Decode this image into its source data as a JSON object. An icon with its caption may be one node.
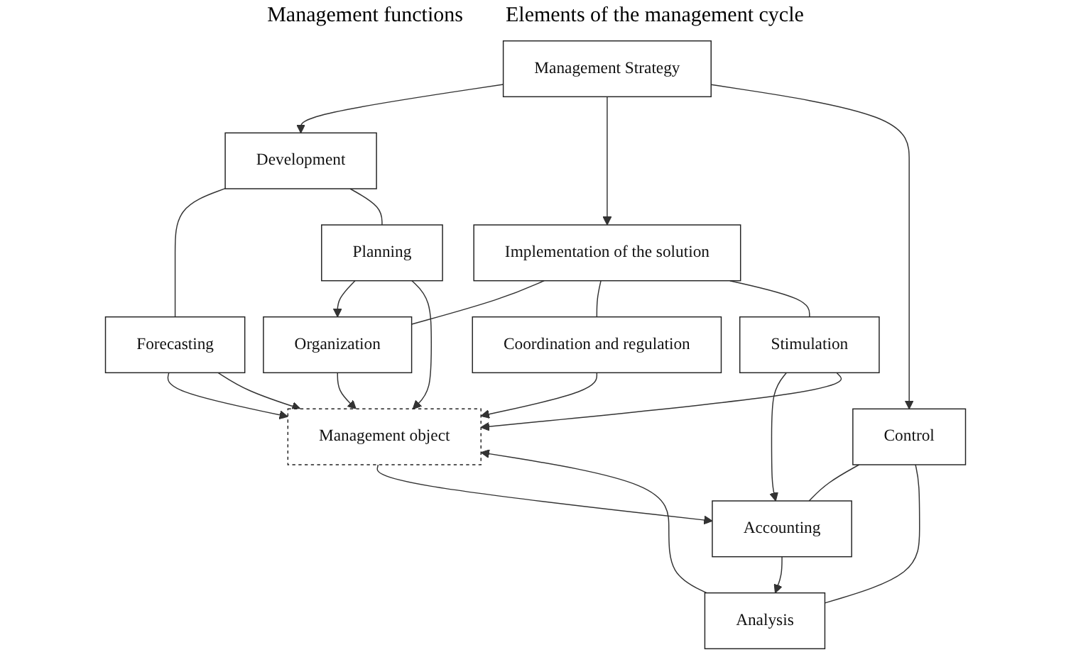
{
  "diagram": {
    "nodes": [
      {
        "text": [
          "Management Strategy"
        ]
      },
      {
        "text": [
          "Development"
        ]
      },
      {
        "text": [
          "Implementation of the solution"
        ]
      },
      {
        "text": [
          "Control"
        ]
      },
      {
        "text": [
          "Forecasting"
        ]
      },
      {
        "text": [
          "Planning"
        ]
      },
      {
        "text": [
          "Organization"
        ]
      },
      {
        "text": [
          "Coordination and regulation"
        ]
      },
      {
        "text": [
          "Stimulation"
        ]
      },
      {
        "text": [
          "Accounting"
        ]
      },
      {
        "text": [
          "Analysis"
        ]
      },
      {
        "text": [
          "Management object"
        ]
      }
    ],
    "edges": [
      {
        "from": 0,
        "to": 1,
        "arrow": "to"
      },
      {
        "from": 0,
        "to": 2,
        "arrow": "to"
      },
      {
        "from": 0,
        "to": 3,
        "arrow": "to"
      },
      {
        "from": 1,
        "to": 4,
        "arrow": "none"
      },
      {
        "from": 1,
        "to": 5,
        "arrow": "none"
      },
      {
        "from": 2,
        "to": 6,
        "arrow": "none"
      },
      {
        "from": 2,
        "to": 7,
        "arrow": "none"
      },
      {
        "from": 2,
        "to": 8,
        "arrow": "none"
      },
      {
        "from": 3,
        "to": 9,
        "arrow": "none"
      },
      {
        "from": 3,
        "to": 10,
        "arrow": "none"
      },
      {
        "from": 5,
        "to": 6,
        "arrow": "to"
      },
      {
        "from": 8,
        "to": 9,
        "arrow": "to"
      },
      {
        "from": 9,
        "to": 10,
        "arrow": "to"
      },
      {
        "from": 4,
        "to": 11,
        "arrow": "to"
      },
      {
        "from": 4,
        "to": 11,
        "arrow": "to"
      },
      {
        "from": 5,
        "to": 11,
        "arrow": "to"
      },
      {
        "from": 6,
        "to": 11,
        "arrow": "to"
      },
      {
        "from": 7,
        "to": 11,
        "arrow": "to"
      },
      {
        "from": 8,
        "to": 11,
        "arrow": "to"
      },
      {
        "from": 11,
        "to": 9,
        "arrow": "to"
      },
      {
        "from": 10,
        "to": 11,
        "arrow": "to"
      }
    ],
    "labels": [
      "Management functions",
      "Elements of the management cycle"
    ]
  }
}
